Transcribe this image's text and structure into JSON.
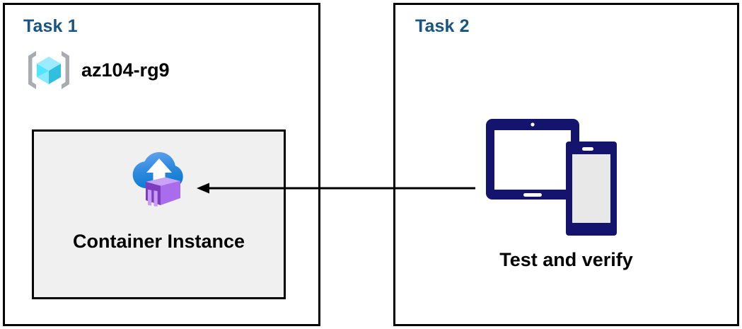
{
  "diagram": {
    "title": "Azure Container Instance task diagram",
    "background": "#ffffff",
    "border_color": "#000000",
    "title_color": "#1a5480",
    "panel_fill": "#f0f0f0",
    "navy": "#14146e",
    "cube_cyan": "#50e6ff",
    "cube_teal": "#32bedd",
    "bracket_gray": "#a0a4a8",
    "cloud_blue_top": "#5ea0ef",
    "cloud_blue_bottom": "#0f7fd4",
    "container_purple": "#b77af4",
    "container_purple_dark": "#6b2fa0"
  },
  "panels": [
    {
      "id": "task-1",
      "title": "Task 1",
      "resource_group": {
        "icon": "azure-resource-group-icon",
        "label": "az104-rg9"
      },
      "resource_box": {
        "icon": "azure-container-instance-icon",
        "label": "Container Instance"
      }
    },
    {
      "id": "task-2",
      "title": "Task 2",
      "device": {
        "icon": "tablet-and-phone-icon",
        "label": "Test and verify"
      }
    }
  ],
  "connector": {
    "name": "flow-arrow",
    "direction": "right-to-left",
    "from": "Test and verify",
    "to": "Container Instance",
    "color": "#000000"
  }
}
